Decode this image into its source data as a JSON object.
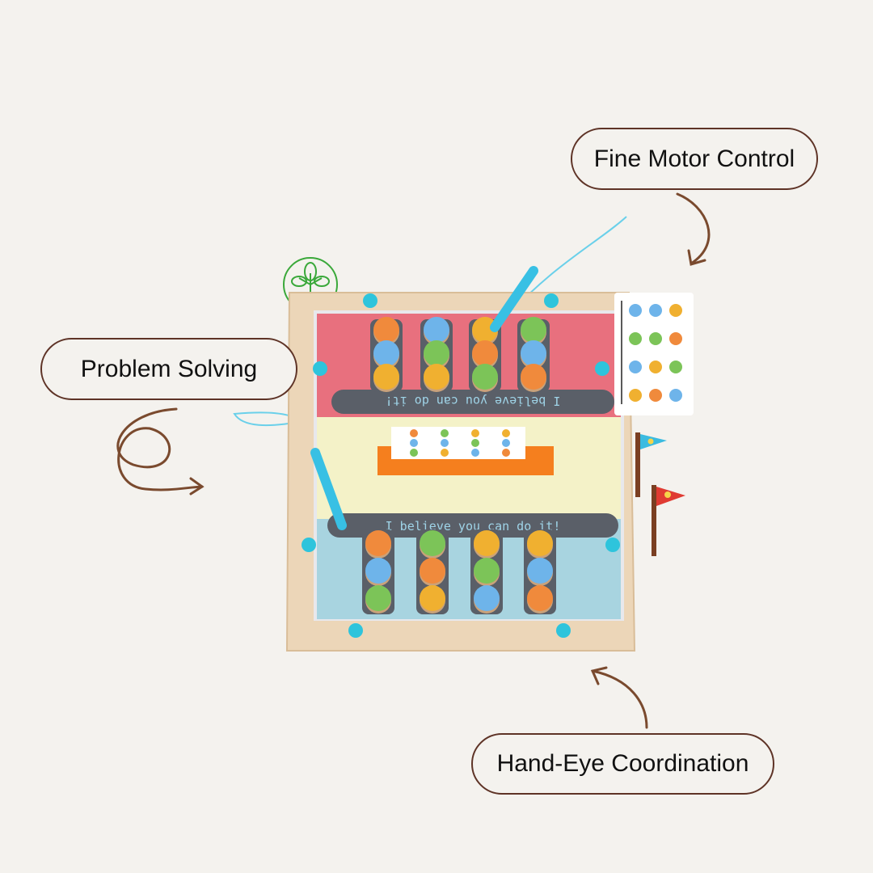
{
  "labels": {
    "fine_motor": "Fine Motor Control",
    "problem_solving": "Problem Solving",
    "hand_eye": "Hand-Eye Coordination"
  },
  "board": {
    "slogan": "I believe you can do it!"
  },
  "colors": {
    "background": "#f4f2ee",
    "label_border": "#5e3326",
    "arrow": "#7a4a2e",
    "wood": "#ecd6b8",
    "magnet_dot": "#2ec4dc",
    "pen": "#38c0e4",
    "top_panel": "#e8707e",
    "bottom_panel": "#a8d4e0",
    "slot_bar": "#5a5f68",
    "eco_icon": "#3aa83a"
  },
  "token_colors": {
    "top": [
      [
        "#f08a3c",
        "#6eb4ea",
        "#f0b030"
      ],
      [
        "#6eb4ea",
        "#7cc458",
        "#f0b030"
      ],
      [
        "#f0b030",
        "#f08a3c",
        "#7cc458"
      ],
      [
        "#7cc458",
        "#6eb4ea",
        "#f08a3c"
      ]
    ],
    "bottom": [
      [
        "#f08a3c",
        "#6eb4ea",
        "#7cc458"
      ],
      [
        "#7cc458",
        "#f08a3c",
        "#f0b030"
      ],
      [
        "#f0b030",
        "#7cc458",
        "#6eb4ea"
      ],
      [
        "#f0b030",
        "#6eb4ea",
        "#f08a3c"
      ]
    ]
  }
}
